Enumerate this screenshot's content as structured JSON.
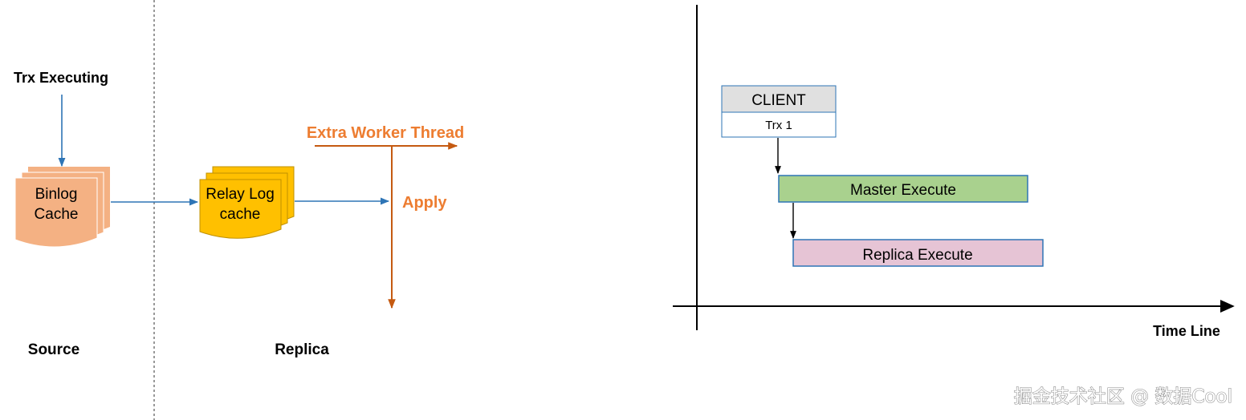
{
  "colors": {
    "arrow_blue": "#2e75b6",
    "binlog_fill": "#f4b183",
    "relay_fill": "#ffc000",
    "worker_thread": "#c55a11",
    "orange_text": "#ed7d31",
    "client_header_fill": "#e0e0e0",
    "box_border": "#2e75b6",
    "master_fill": "#a9d18e",
    "replica_fill": "#e6c4d5"
  },
  "replication": {
    "trx_executing": "Trx Executing",
    "binlog_line1": "Binlog",
    "binlog_line2": "Cache",
    "relay_line1": "Relay Log",
    "relay_line2": "cache",
    "extra_worker_thread": "Extra Worker Thread",
    "apply": "Apply",
    "source_label": "Source",
    "replica_label": "Replica"
  },
  "timeline": {
    "client_header": "CLIENT",
    "client_trx": "Trx 1",
    "master_execute": "Master Execute",
    "replica_execute": "Replica Execute",
    "axis_label": "Time Line"
  },
  "watermark": "掘金技术社区 @ 数据Cool"
}
